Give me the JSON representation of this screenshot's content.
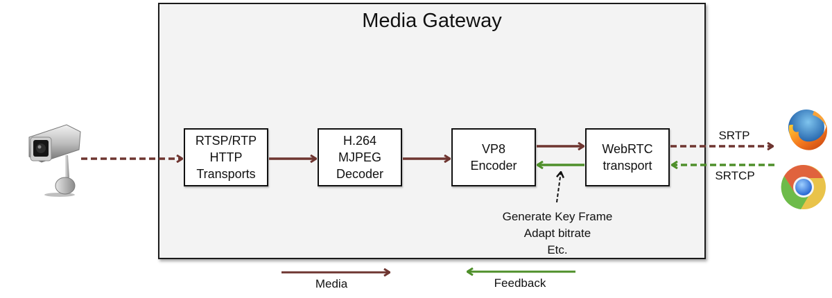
{
  "gateway": {
    "title": "Media Gateway"
  },
  "blocks": [
    {
      "id": "transports",
      "lines": [
        "RTSP/RTP",
        "HTTP",
        "Transports"
      ]
    },
    {
      "id": "decoder",
      "lines": [
        "H.264",
        "MJPEG",
        "Decoder"
      ]
    },
    {
      "id": "encoder",
      "lines": [
        "VP8",
        "Encoder"
      ]
    },
    {
      "id": "webrtc",
      "lines": [
        "WebRTC",
        "transport"
      ]
    }
  ],
  "external": {
    "source": {
      "icon": "security-camera-icon"
    },
    "clients": [
      {
        "icon": "firefox-browser-icon"
      },
      {
        "icon": "chrome-browser-icon"
      }
    ]
  },
  "links": {
    "srtp_label": "SRTP",
    "srtcp_label": "SRTCP"
  },
  "annotation": {
    "lines": [
      "Generate Key Frame",
      "Adapt bitrate",
      "Etc."
    ]
  },
  "legend": {
    "media_label": "Media",
    "feedback_label": "Feedback"
  },
  "colors": {
    "media": "#6e3530",
    "feedback": "#4e8f2a",
    "control": "#111111"
  }
}
